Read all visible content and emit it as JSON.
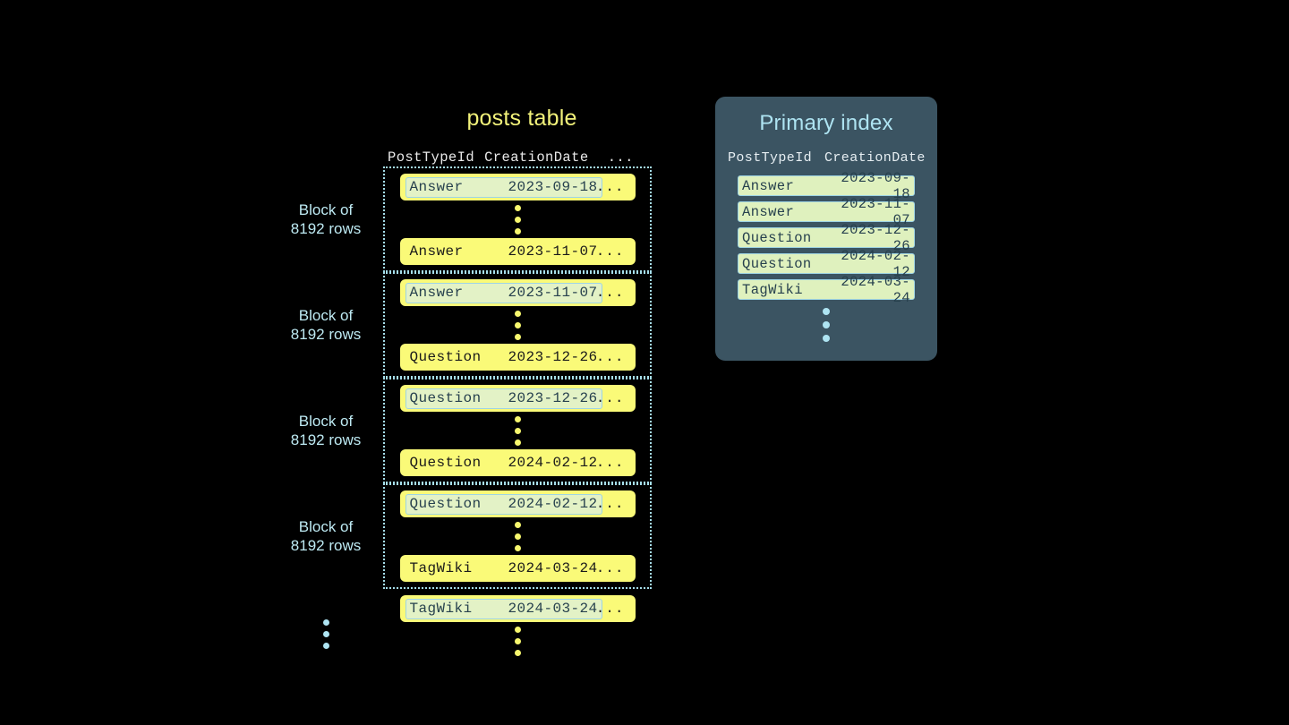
{
  "page": {
    "background": "#000000",
    "accent_yellow": "#FAFA78",
    "accent_blue": "#AEE4F2",
    "panel_bg": "#3B5462",
    "highlight_bg": "#E3F2C6",
    "highlight_border": "#9ED4E4"
  },
  "posts_table": {
    "title": "posts table",
    "columns": [
      "PostTypeId",
      "CreationDate",
      "..."
    ],
    "blocks": [
      {
        "label_line1": "Block of",
        "label_line2": "8192 rows",
        "first_row": {
          "type": "Answer",
          "date": "2023-09-18",
          "more": "...",
          "highlighted": true
        },
        "last_row": {
          "type": "Answer",
          "date": "2023-11-07",
          "more": "...",
          "highlighted": false
        }
      },
      {
        "label_line1": "Block of",
        "label_line2": "8192 rows",
        "first_row": {
          "type": "Answer",
          "date": "2023-11-07",
          "more": "...",
          "highlighted": true
        },
        "last_row": {
          "type": "Question",
          "date": "2023-12-26",
          "more": "...",
          "highlighted": false
        }
      },
      {
        "label_line1": "Block of",
        "label_line2": "8192 rows",
        "first_row": {
          "type": "Question",
          "date": "2023-12-26",
          "more": "...",
          "highlighted": true
        },
        "last_row": {
          "type": "Question",
          "date": "2024-02-12",
          "more": "...",
          "highlighted": false
        }
      },
      {
        "label_line1": "Block of",
        "label_line2": "8192 rows",
        "first_row": {
          "type": "Question",
          "date": "2024-02-12",
          "more": "...",
          "highlighted": true
        },
        "last_row": {
          "type": "TagWiki",
          "date": "2024-03-24",
          "more": "...",
          "highlighted": false
        }
      }
    ],
    "tail_row": {
      "type": "TagWiki",
      "date": "2024-03-24",
      "more": "...",
      "highlighted": true
    }
  },
  "primary_index": {
    "title": "Primary index",
    "columns": [
      "PostTypeId",
      "CreationDate"
    ],
    "rows": [
      {
        "type": "Answer",
        "date": "2023-09-18"
      },
      {
        "type": "Answer",
        "date": "2023-11-07"
      },
      {
        "type": "Question",
        "date": "2023-12-26"
      },
      {
        "type": "Question",
        "date": "2024-02-12"
      },
      {
        "type": "TagWiki",
        "date": "2024-03-24"
      }
    ]
  }
}
